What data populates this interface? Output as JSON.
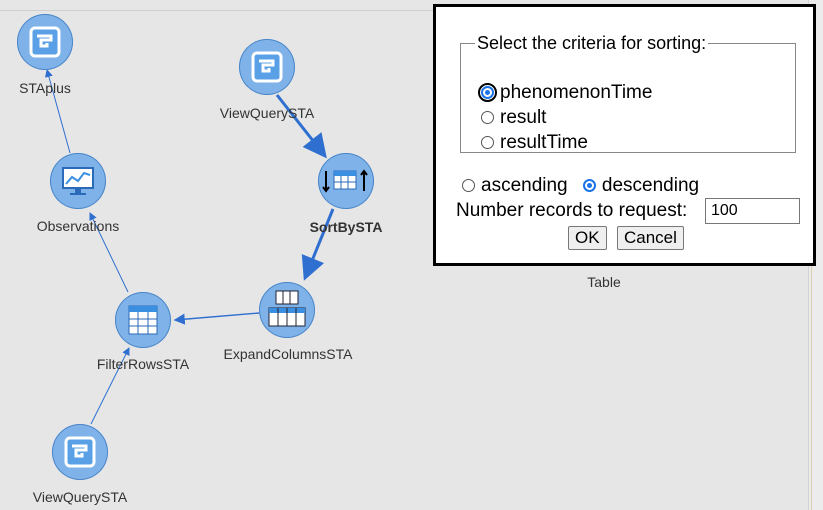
{
  "canvas": {
    "nodes": {
      "staplus": {
        "label": "STAplus"
      },
      "viewquery_top": {
        "label": "ViewQuerySTA"
      },
      "sortby": {
        "label": "SortBySTA"
      },
      "observations": {
        "label": "Observations"
      },
      "expand": {
        "label": "ExpandColumnsSTA"
      },
      "filter": {
        "label": "FilterRowsSTA"
      },
      "viewquery_bottom": {
        "label": "ViewQuerySTA"
      },
      "table": {
        "label": "Table"
      }
    },
    "colors": {
      "node_fill": "#7fb2e8",
      "edge": "#2f6fd0"
    }
  },
  "dialog": {
    "legend": "Select the criteria for sorting:",
    "criteria": [
      "phenomenonTime",
      "result",
      "resultTime"
    ],
    "selected_criterion": "phenomenonTime",
    "order_options": [
      "ascending",
      "descending"
    ],
    "selected_order": "descending",
    "records_label": "Number records to request:",
    "records_value": "100",
    "ok_label": "OK",
    "cancel_label": "Cancel"
  }
}
